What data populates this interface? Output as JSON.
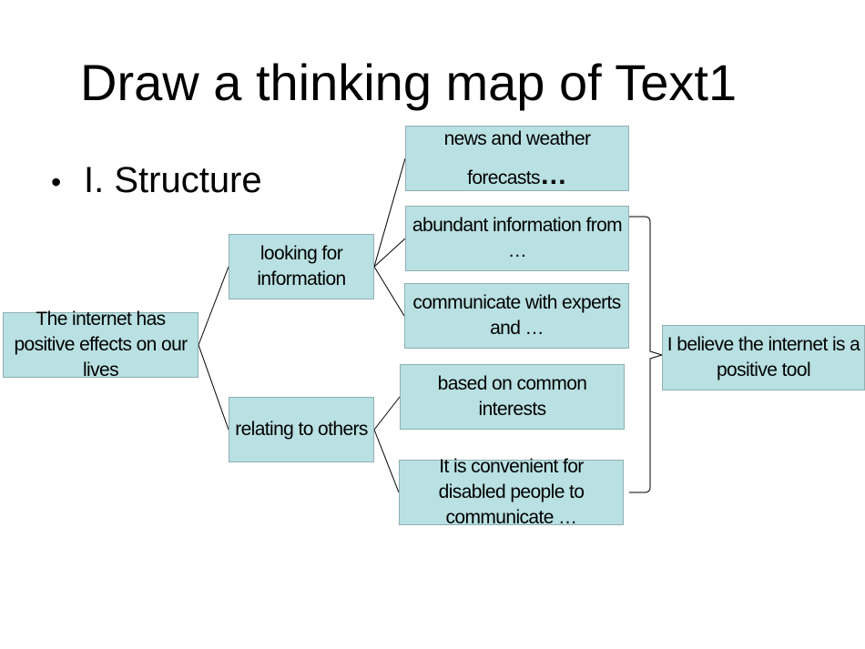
{
  "slide": {
    "title": "Draw a thinking map of Text1",
    "bullet_symbol": "•",
    "bullet_text": "I. Structure"
  },
  "nodes": {
    "root": "The internet has positive effects on our lives",
    "looking": "looking for information",
    "relating": "relating to others",
    "news": "news and weather forecasts",
    "news_suffix": "…",
    "abundant": "abundant information from …",
    "communicate": "communicate with experts and …",
    "based": "based on common interests",
    "convenient": "It is convenient for disabled people to communicate …",
    "conclusion": "I believe the internet is a positive tool"
  },
  "colors": {
    "box_fill": "#b9e0e2",
    "box_border": "#8fb0b2",
    "line": "#000000"
  }
}
